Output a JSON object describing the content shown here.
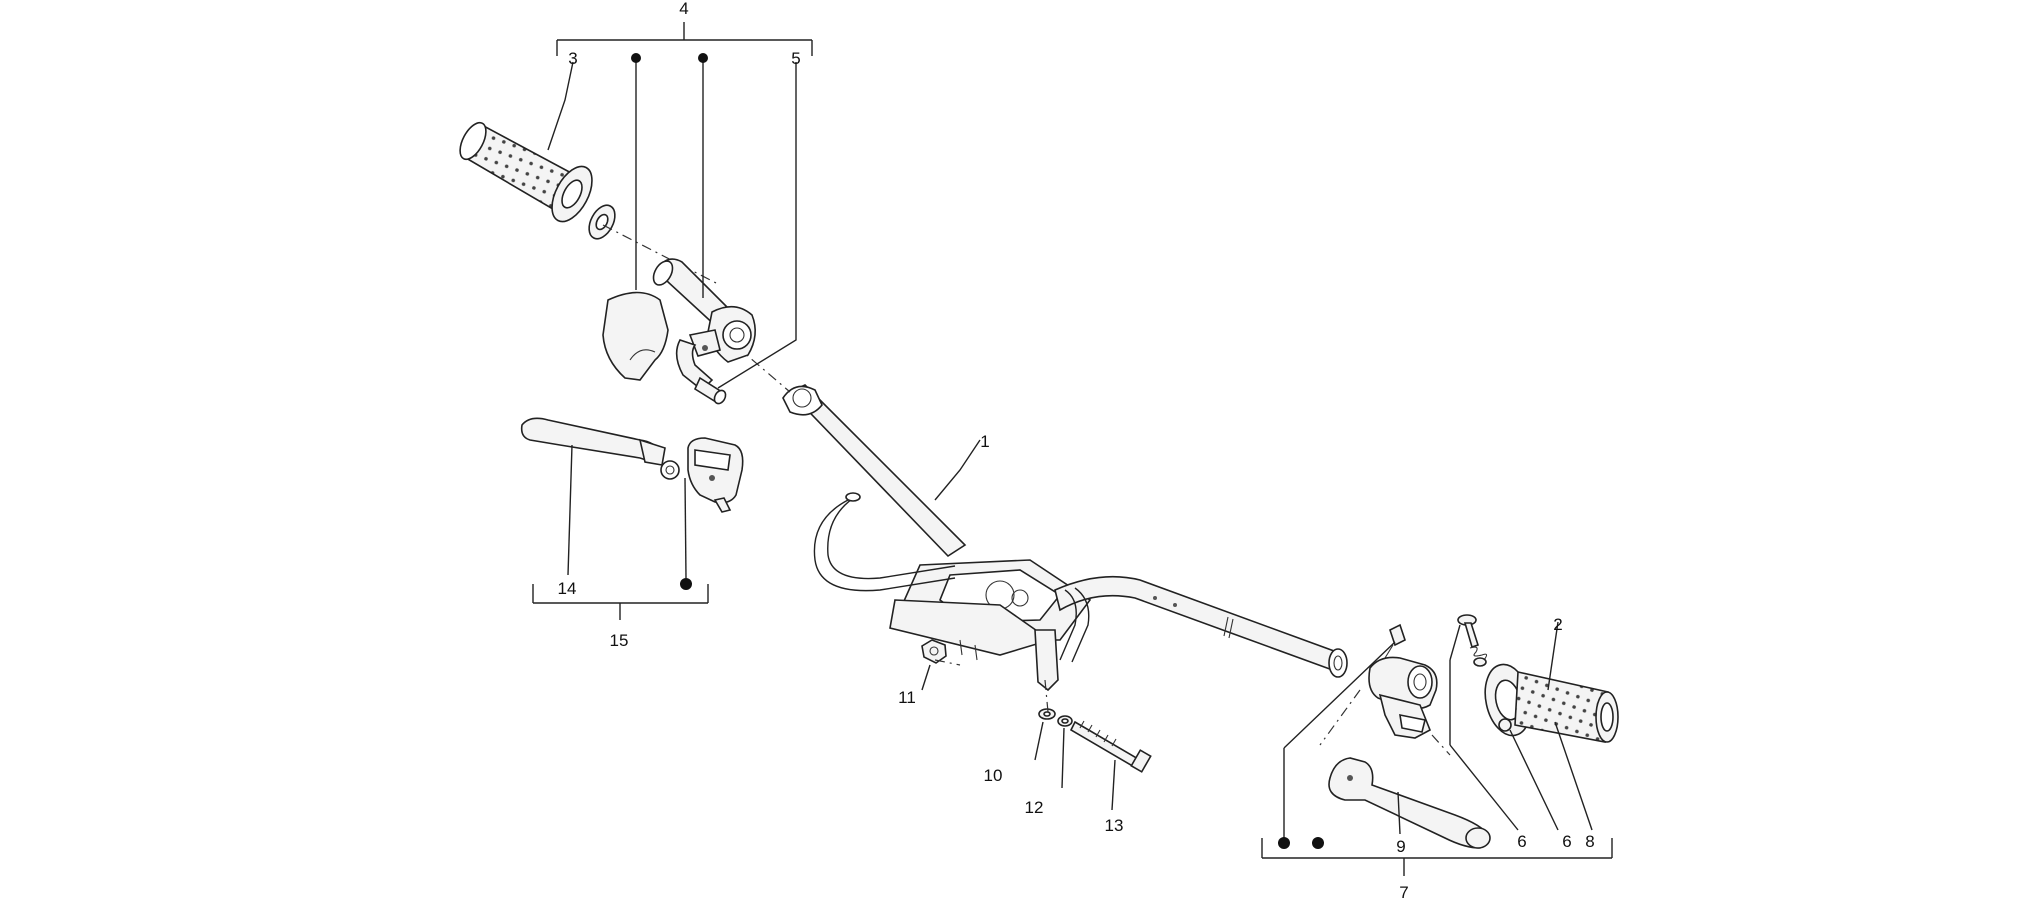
{
  "labels": {
    "p1": "1",
    "p2": "2",
    "p3": "3",
    "p4": "4",
    "p5": "5",
    "p6a": "6",
    "p6b": "6",
    "p7": "7",
    "p8": "8",
    "p9": "9",
    "p10": "10",
    "p11": "11",
    "p12": "12",
    "p13": "13",
    "p14": "14",
    "p15": "15"
  }
}
